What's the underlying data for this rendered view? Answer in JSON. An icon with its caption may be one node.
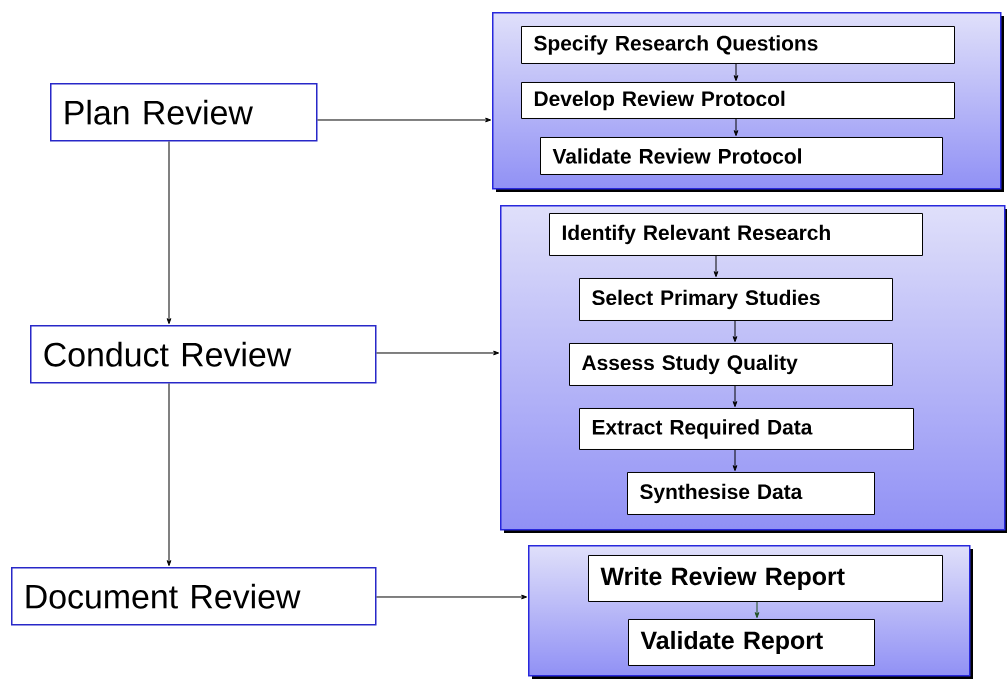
{
  "diagram": {
    "nodes": [
      {
        "text": [
          "Plan Review"
        ]
      },
      {
        "text": [],
        "shape": "box"
      },
      {
        "text": [
          "Specify Research Questions"
        ],
        "in": 1
      },
      {
        "text": [
          "Develop Review Protocol"
        ],
        "in": 1
      },
      {
        "text": [
          "Validate Review Protocol"
        ],
        "in": 1
      },
      {
        "text": [
          "Conduct Review"
        ]
      },
      {
        "text": [],
        "shape": "box"
      },
      {
        "text": [
          "Identify Relevant Research"
        ],
        "in": 6
      },
      {
        "text": [
          "Select Primary Studies"
        ],
        "in": 6
      },
      {
        "text": [
          "Assess Study Quality"
        ],
        "in": 6
      },
      {
        "text": [
          "Extract Required Data"
        ],
        "in": 6
      },
      {
        "text": [
          "Synthesise Data"
        ],
        "in": 6
      },
      {
        "text": [
          "Document Review"
        ]
      },
      {
        "text": [],
        "shape": "box"
      },
      {
        "text": [
          "Write Review Report"
        ],
        "in": 13
      },
      {
        "text": [
          "Validate Report"
        ],
        "in": 13
      }
    ],
    "edges": [
      {
        "from": 0,
        "to": 1,
        "arrow": "to"
      },
      {
        "from": 0,
        "to": 5,
        "arrow": "to"
      },
      {
        "from": 2,
        "to": 3,
        "arrow": "to"
      },
      {
        "from": 3,
        "to": 4,
        "arrow": "to"
      },
      {
        "from": 5,
        "to": 6,
        "arrow": "to"
      },
      {
        "from": 5,
        "to": 12,
        "arrow": "to"
      },
      {
        "from": 7,
        "to": 8,
        "arrow": "to"
      },
      {
        "from": 8,
        "to": 9,
        "arrow": "to"
      },
      {
        "from": 9,
        "to": 10,
        "arrow": "to"
      },
      {
        "from": 10,
        "to": 11,
        "arrow": "to"
      },
      {
        "from": 12,
        "to": 13,
        "arrow": "to"
      },
      {
        "from": 14,
        "to": 15,
        "arrow": "to",
        "color": "#1f4f1f"
      }
    ]
  }
}
